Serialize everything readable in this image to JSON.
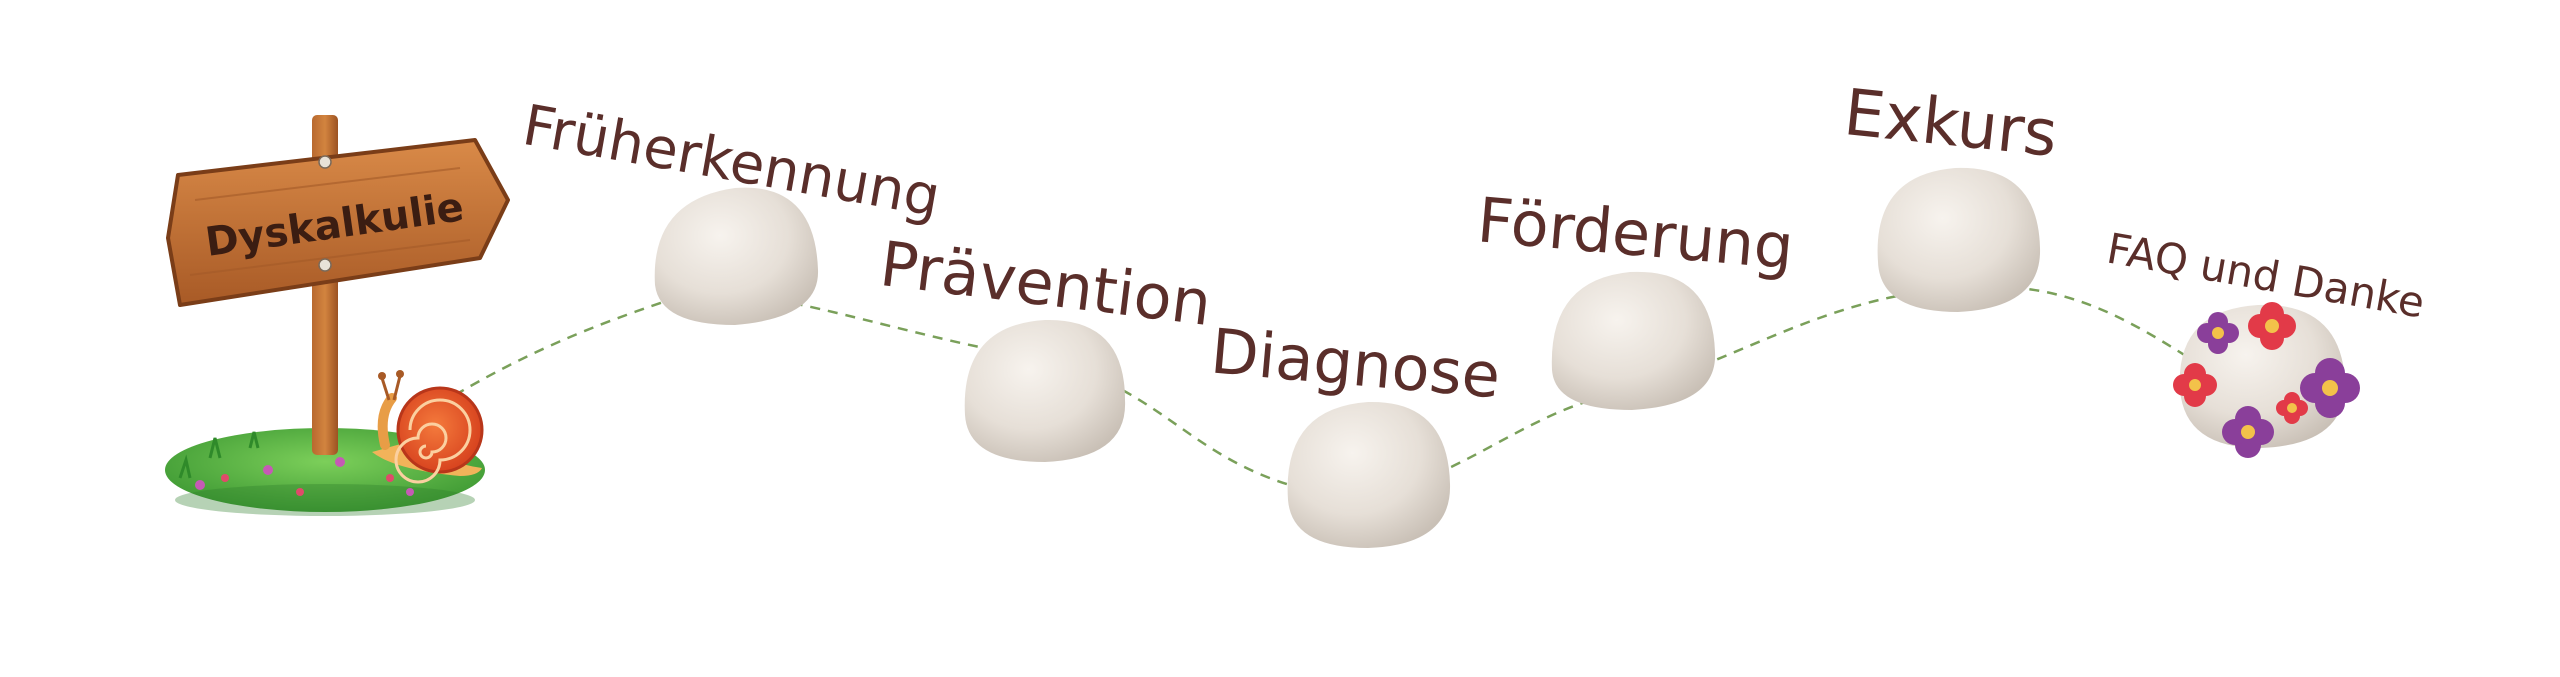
{
  "sign": {
    "label": "Dyskalkulie"
  },
  "stations": [
    {
      "label": "Früherkennung"
    },
    {
      "label": "Prävention"
    },
    {
      "label": "Diagnose"
    },
    {
      "label": "Förderung"
    },
    {
      "label": "Exkurs"
    },
    {
      "label": "FAQ und Danke"
    }
  ],
  "colors": {
    "label_text": "#5a2e2a",
    "path_dash": "#7aa05a",
    "stone": "#e9e3dc",
    "sign_wood": "#c9773a",
    "grass": "#5cb748",
    "snail_shell": "#e8522a"
  },
  "icons": {
    "signpost": "wooden-signpost-icon",
    "snail": "snail-icon",
    "flowers": "flower-icon"
  }
}
